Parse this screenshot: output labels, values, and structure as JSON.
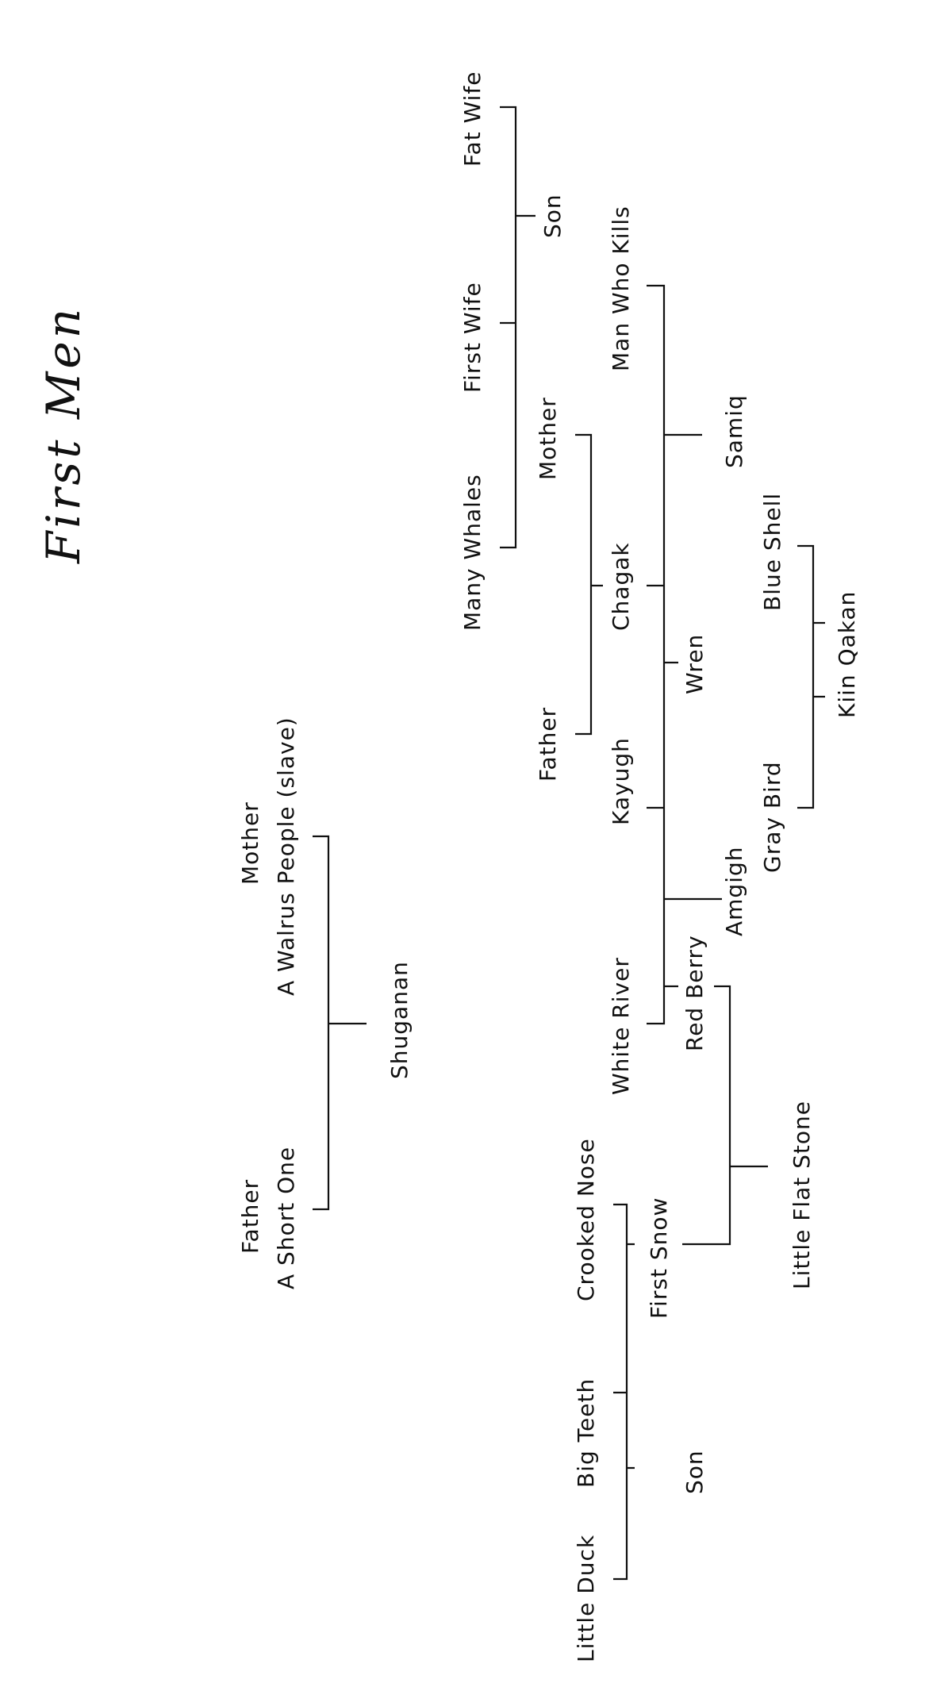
{
  "title": "First Men",
  "labels": {
    "shugananFather": "Father",
    "shortOne": "A Short One",
    "shugananMother": "Mother",
    "walrus": "A Walrus People (slave)",
    "shuganan": "Shuganan",
    "manyWhales": "Many Whales",
    "firstWife": "First Wife",
    "fatWife": "Fat Wife",
    "son1": "Son",
    "chagakMother": "Mother",
    "chagakFather": "Father",
    "manWhoKills": "Man Who Kills",
    "chagak": "Chagak",
    "kayugh": "Kayugh",
    "whiteRiver": "White River",
    "samiq": "Samiq",
    "wren": "Wren",
    "amgigh": "Amgigh",
    "redBerry": "Red Berry",
    "blueShell": "Blue Shell",
    "kiinQakan": "Kiin Qakan",
    "grayBird": "Gray Bird",
    "littleFlatStone": "Little Flat Stone",
    "crookedNose": "Crooked Nose",
    "bigTeeth": "Big Teeth",
    "littleDuck": "Little Duck",
    "firstSnow": "First Snow",
    "son2": "Son"
  }
}
